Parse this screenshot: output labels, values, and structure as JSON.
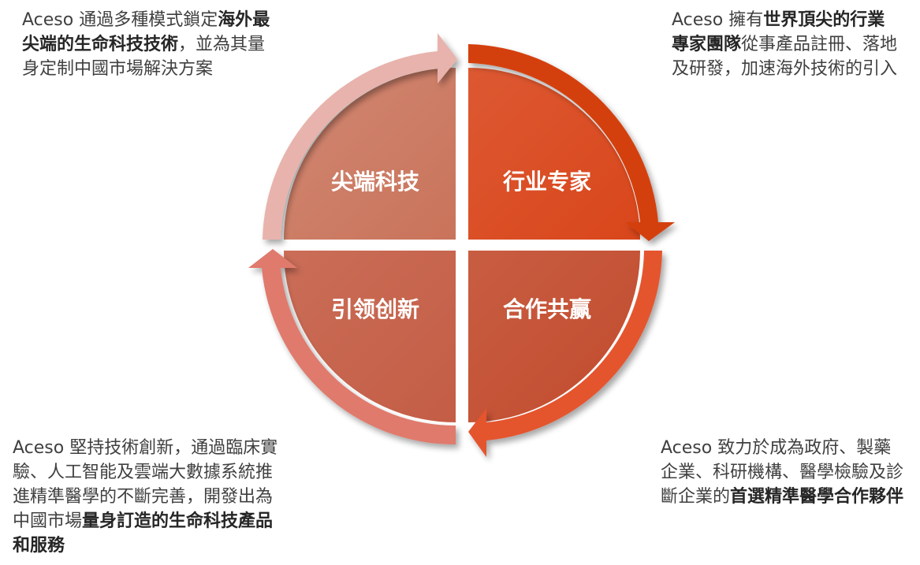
{
  "colors": {
    "quadrant_tl": "#c9735a",
    "quadrant_tr": "#d9461b",
    "quadrant_bl": "#c45d45",
    "quadrant_br": "#c24b2d",
    "arrow_tl": "#e8b3ac",
    "arrow_tr": "#d43f10",
    "arrow_bl": "#e07a6c",
    "arrow_br": "#e4552f"
  },
  "quadrants": {
    "top_left": {
      "label": "尖端科技"
    },
    "top_right": {
      "label": "行业专家"
    },
    "bottom_left": {
      "label": "引领创新"
    },
    "bottom_right": {
      "label": "合作共赢"
    }
  },
  "descriptions": {
    "top_left": [
      {
        "text": "Aceso 通過多種模式鎖定",
        "bold": false
      },
      {
        "text": "海外最尖端的生命科技技術",
        "bold": true
      },
      {
        "text": "，並為其量身定制中國市場解決方案",
        "bold": false
      }
    ],
    "top_right": [
      {
        "text": "Aceso 擁有",
        "bold": false
      },
      {
        "text": "世界頂尖的行業專家團隊",
        "bold": true
      },
      {
        "text": "從事產品註冊、落地及研發，加速海外技術的引入",
        "bold": false
      }
    ],
    "bottom_left": [
      {
        "text": "Aceso 堅持技術創新，通過臨床實驗、人工智能及雲端大數據系統推進精準醫學的不斷完善，開發出為中國市場",
        "bold": false
      },
      {
        "text": "量身訂造的生命科技產品和服務",
        "bold": true
      }
    ],
    "bottom_right": [
      {
        "text": "Aceso 致力於成為政府、製藥企業、科研機構、醫學檢驗及診斷企業的",
        "bold": false
      },
      {
        "text": "首選精準醫學合作夥伴",
        "bold": true
      }
    ]
  }
}
